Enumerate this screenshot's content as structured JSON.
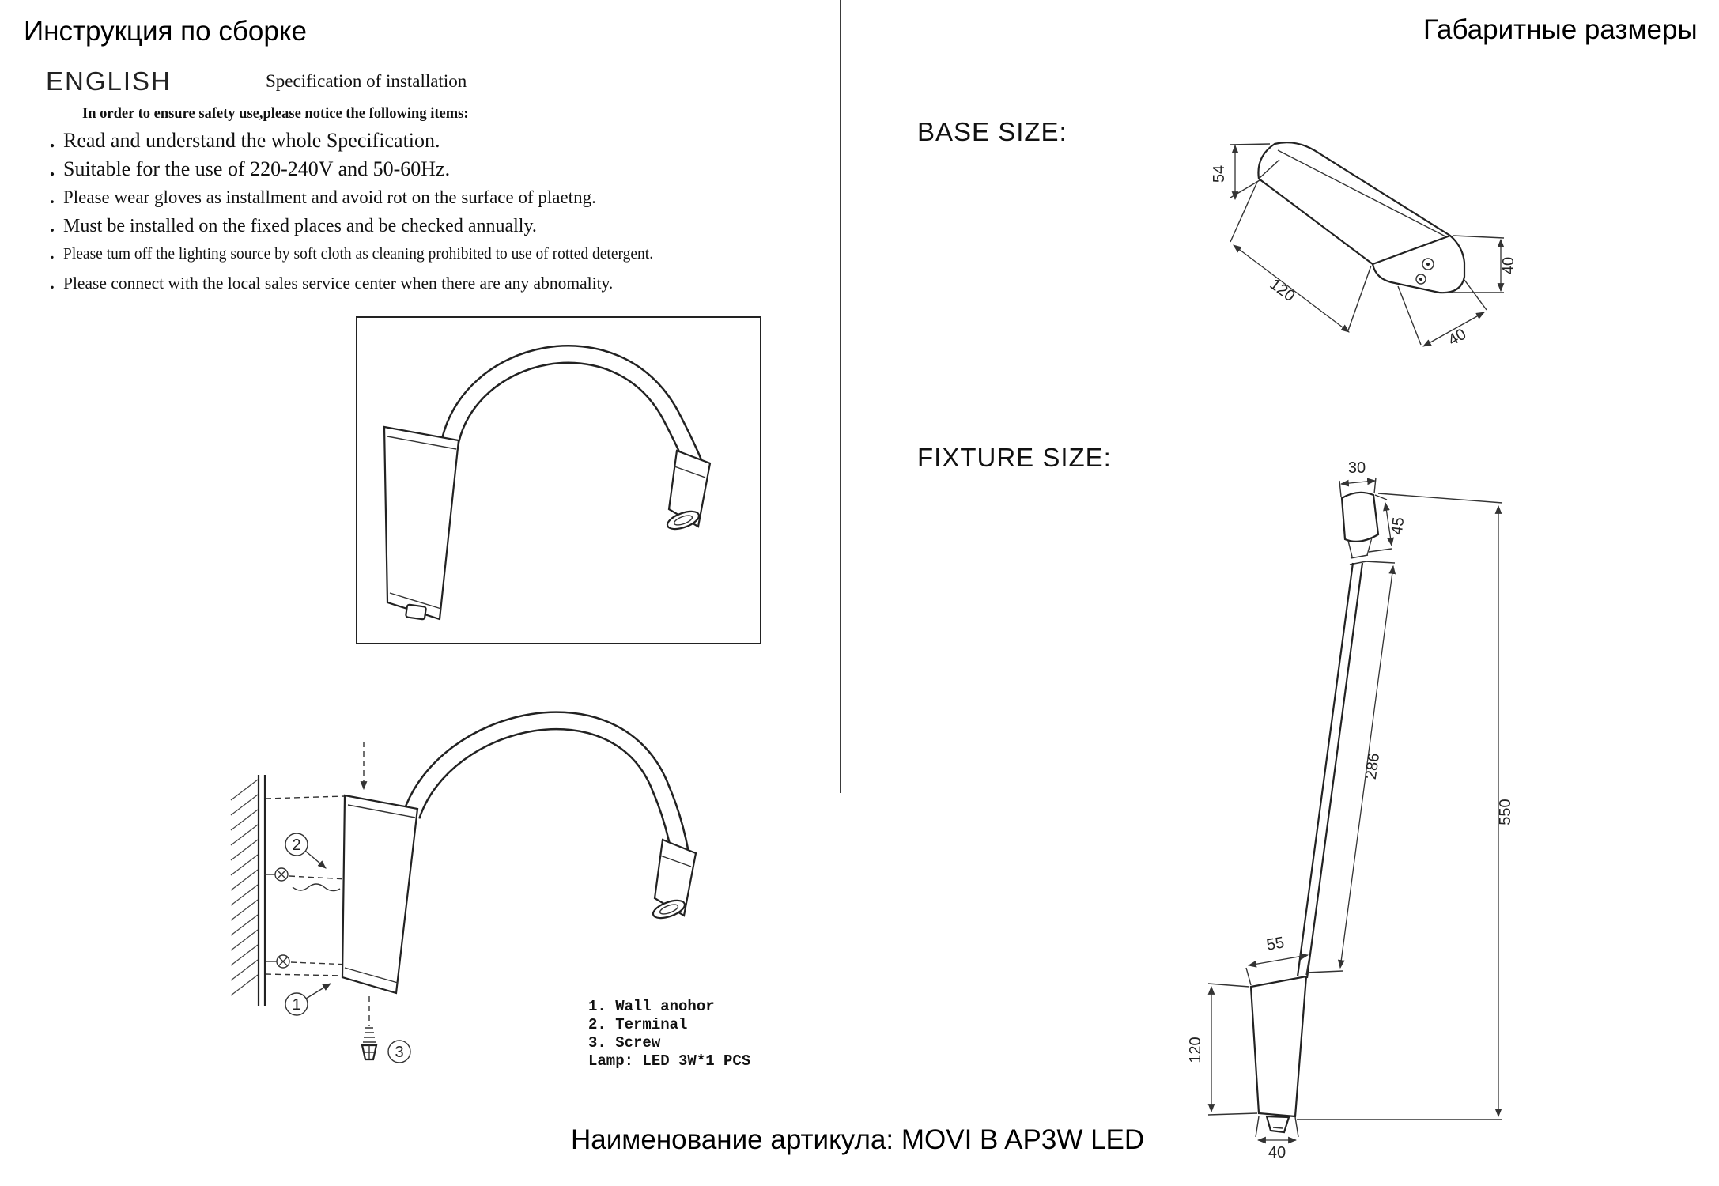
{
  "left": {
    "title": "Инструкция по сборке",
    "language_heading": "ENGLISH",
    "spec_heading": "Specification of installation",
    "intro": "In order to ensure safety use,please notice the following items:",
    "bullets": [
      "Read and understand the whole Specification.",
      "Suitable for the use of 220-240V and 50-60Hz.",
      "Please wear gloves as installment and avoid rot on the surface of plaetng.",
      "Must be installed on the fixed places and be checked annually.",
      "Please tum off the lighting source by soft cloth as cleaning prohibited to use of rotted detergent.",
      "Please connect with the local sales service center when there are any abnomality."
    ],
    "callouts": {
      "c1": "1",
      "c2": "2",
      "c3": "3"
    },
    "parts_list": {
      "items": [
        "1. Wall anohor",
        "2. Terminal",
        "3. Screw"
      ],
      "lamp_line": "Lamp: LED 3W*1 PCS"
    }
  },
  "right": {
    "title": "Габаритные размеры",
    "base_size_heading": "BASE SIZE:",
    "fixture_size_heading": "FIXTURE SIZE:",
    "base_dims": {
      "height": "54",
      "end_width": "40",
      "length": "120",
      "depth": "40"
    },
    "fixture_dims": {
      "head_width": "30",
      "head_height": "45",
      "neck_length": "286",
      "overall_height": "550",
      "base_top_width": "55",
      "base_height": "120",
      "base_bottom_width": "40"
    }
  },
  "footer": {
    "article_line": "Наименование артикула: MOVI B AP3W LED"
  }
}
